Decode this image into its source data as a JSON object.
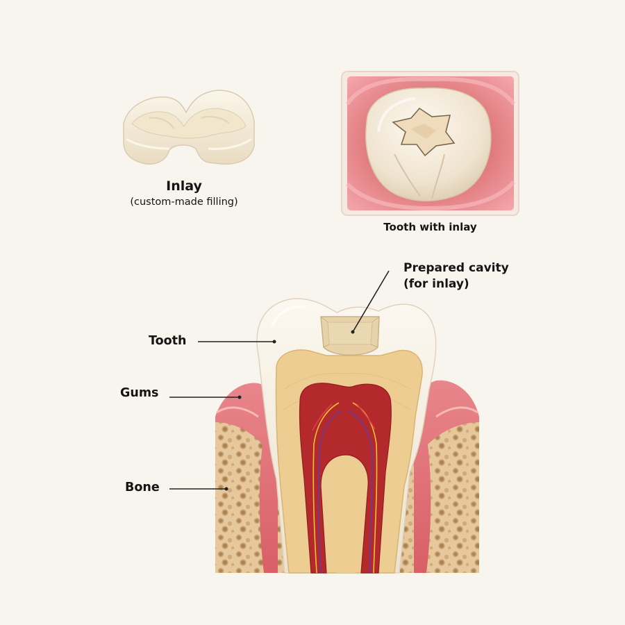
{
  "inlay": {
    "title": "Inlay",
    "subtitle": "(custom-made filling)"
  },
  "tooth_with_inlay": {
    "caption": "Tooth with inlay"
  },
  "cross_section": {
    "labels": {
      "tooth": "Tooth",
      "gums": "Gums",
      "bone": "Bone",
      "cavity_line1": "Prepared cavity",
      "cavity_line2": "(for inlay)"
    }
  },
  "colors": {
    "background": "#f8f4ee",
    "enamel": "#f4ede0",
    "dentin": "#ecca8e",
    "pulp": "#b52a2a",
    "gum": "#e37a7f",
    "bone": "#e3c59a"
  },
  "icons": {
    "inlay": "inlay-filling-illustration",
    "tooth_top": "tooth-top-view-illustration",
    "cross_section": "tooth-cross-section-illustration"
  }
}
